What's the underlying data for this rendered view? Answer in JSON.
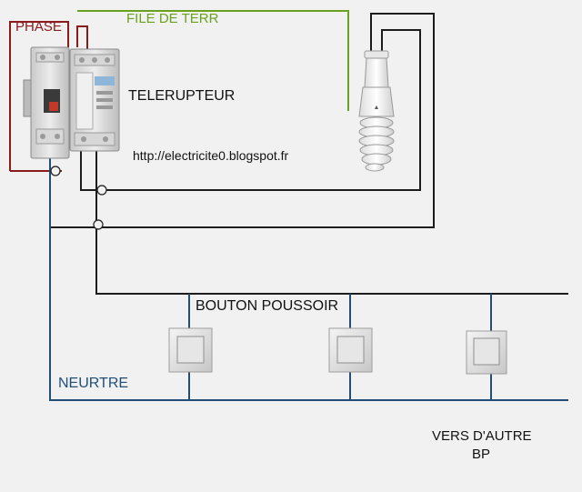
{
  "labels": {
    "phase": "PHASE",
    "earth": "FILE DE TERR",
    "relay": "TELERUPTEUR",
    "url": "http://electricite0.blogspot.fr",
    "pushbutton": "BOUTON POUSSOIR",
    "neutral": "NEURTRE",
    "others_line1": "VERS D'AUTRE",
    "others_line2": "BP"
  },
  "colors": {
    "phase": "#8b1a1a",
    "earth": "#6aa121",
    "neutral": "#1f4e79",
    "wire": "#1c1c1c",
    "text": "#111111"
  },
  "icons": {
    "breaker": "circuit-breaker-icon",
    "relay": "relay-module-icon",
    "bulb": "cfl-bulb-icon",
    "button": "push-button-icon"
  }
}
